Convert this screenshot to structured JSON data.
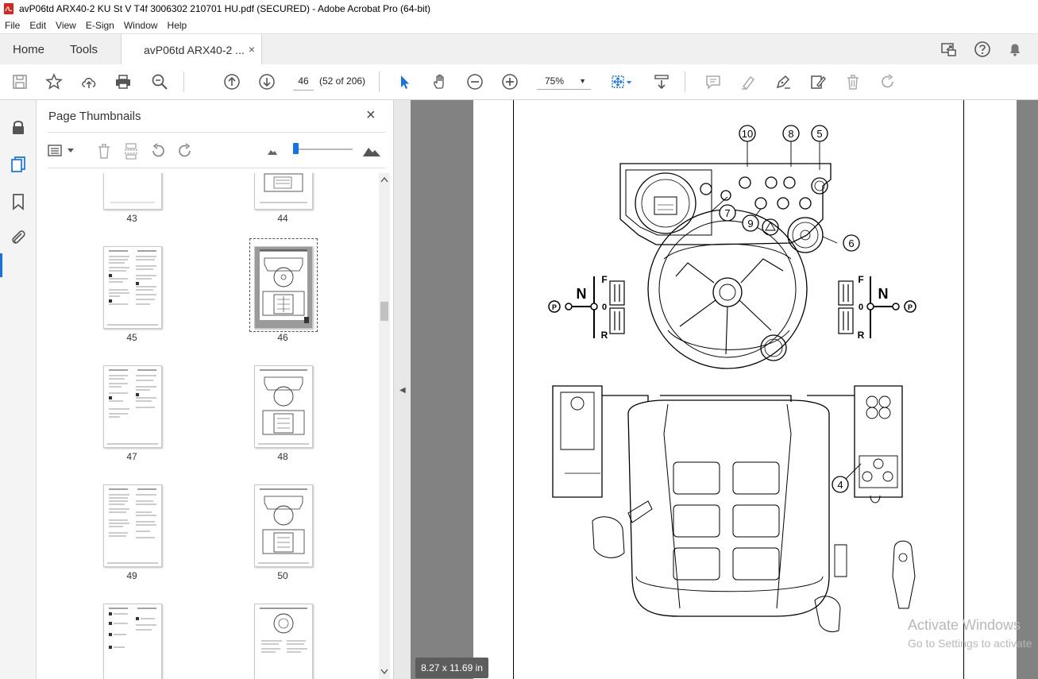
{
  "window": {
    "title": "avP06td ARX40-2 KU St V T4f 3006302 210701 HU.pdf (SECURED) - Adobe Acrobat Pro (64-bit)"
  },
  "menu": [
    "File",
    "Edit",
    "View",
    "E-Sign",
    "Window",
    "Help"
  ],
  "tabs": {
    "home": "Home",
    "tools": "Tools",
    "document": "avP06td ARX40-2 ...",
    "close": "×"
  },
  "toolbar": {
    "page_number": "46",
    "page_count": "(52 of 206)",
    "zoom": "75%"
  },
  "thumbnails_panel": {
    "title": "Page Thumbnails",
    "close": "×",
    "pages": [
      {
        "label": "43"
      },
      {
        "label": "44"
      },
      {
        "label": "45"
      },
      {
        "label": "46",
        "selected": true
      },
      {
        "label": "47"
      },
      {
        "label": "48"
      },
      {
        "label": "49"
      },
      {
        "label": "50"
      },
      {
        "label": ""
      },
      {
        "label": ""
      }
    ]
  },
  "document": {
    "callouts": [
      "10",
      "8",
      "5",
      "7",
      "9",
      "6",
      "4"
    ],
    "gear_left": {
      "n": "N",
      "f": "F",
      "zero": "0",
      "r": "R",
      "p": "P"
    },
    "gear_right": {
      "n": "N",
      "f": "F",
      "zero": "0",
      "r": "R",
      "p": "P"
    }
  },
  "status": {
    "page_size": "8.27 x 11.69 in"
  },
  "watermark": {
    "line1": "Activate Windows",
    "line2": "Go to Settings to activate"
  }
}
